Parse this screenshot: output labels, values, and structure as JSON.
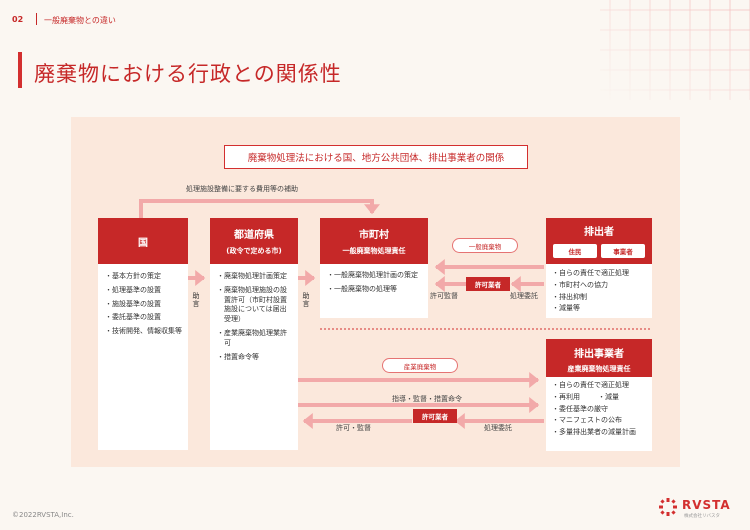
{
  "header": {
    "page_number": "02",
    "section": "一般廃棄物との違い"
  },
  "title": "廃棄物における行政との関係性",
  "diagram": {
    "relation_title": "廃棄物処理法における国、地方公共団体、排出事業者の関係",
    "subsidy_note": "処理施設整備に要する費用等の補助",
    "kuni": {
      "name": "国",
      "items": [
        "基本方針の策定",
        "処理基準の設置",
        "施設基準の設置",
        "委託基準の設置",
        "技術開発、情報収集等"
      ]
    },
    "todofuken": {
      "name": "都道府県",
      "sub": "(政令で定める市)",
      "items": [
        "廃棄物処理計画策定",
        "廃棄物処理施設の設置許可（市町村設置施設については届出受理）",
        "産業廃棄物処理業許可",
        "措置命令等"
      ]
    },
    "shichoson": {
      "name": "市町村",
      "sub": "一般廃棄物処理責任",
      "items": [
        "一般廃棄物処理計画の策定",
        "一般廃棄物の処理等"
      ]
    },
    "haishutsusha": {
      "name": "排出者",
      "sub_left": "住民",
      "sub_right": "事業者",
      "items": [
        "自らの責任で適正処理",
        "市町村への協力",
        "排出抑制",
        "減量等"
      ]
    },
    "jigyosha": {
      "name": "排出事業者",
      "sub": "産業廃棄物処理責任",
      "items": [
        "自らの責任で適正処理",
        "再利用",
        "減量",
        "委任基準の厳守",
        "マニフェストの公布",
        "多量排出業者の減量計画"
      ]
    },
    "josei": "助言",
    "ippan_pill": "一般廃棄物",
    "sangyo_pill": "産業廃棄物",
    "kyoka_tag": "許可業者",
    "kyoka_kantoku": "許可監督",
    "shori_itaku": "処理委託",
    "shido": "指導・監督・措置命令",
    "kyoka_kantoku2": "許可・監督",
    "shori_itaku2": "処理委託"
  },
  "footer": {
    "copyright": "©2022RVSTA,Inc.",
    "logo": "RVSTA",
    "logo_sub": "株式会社リバスタ"
  },
  "colors": {
    "accent": "#c62828",
    "arrow": "#f2a9a9",
    "panel": "#fbe8dc"
  }
}
